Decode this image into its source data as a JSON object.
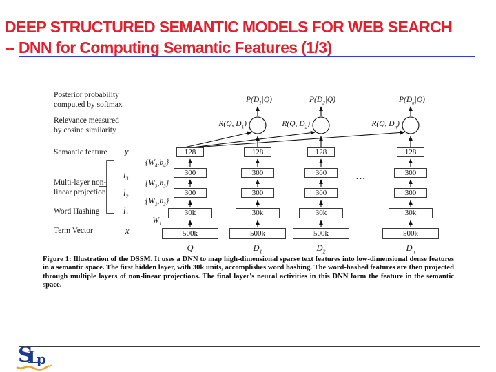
{
  "slide": {
    "title_line1": "DEEP STRUCTURED SEMANTIC MODELS FOR WEB SEARCH",
    "title_line2": "-- DNN for Computing Semantic Features (1/3)",
    "colors": {
      "title_red": "#E31E2D",
      "underline_blue": "#2F3FD6",
      "logo_navy": "#1E3A8C",
      "logo_orange": "#F0A232"
    }
  },
  "figure": {
    "left_labels": {
      "posterior": "Posterior probability\ncomputed by softmax",
      "relevance": "Relevance measured\nby cosine similarity",
      "semantic_feature": "Semantic feature",
      "multilayer": "Multi-layer non-\nlinear projection",
      "word_hashing": "Word Hashing",
      "term_vector": "Term Vector"
    },
    "variables": {
      "y": "y",
      "l3": {
        "pre": "l",
        "sub": "3"
      },
      "l2": {
        "pre": "l",
        "sub": "2"
      },
      "l1": {
        "pre": "l",
        "sub": "1"
      },
      "x": "x"
    },
    "weights": {
      "w4": {
        "pre": "{W",
        "sub1": "4",
        "mid": ",b",
        "sub2": "4",
        "post": "}"
      },
      "w3": {
        "pre": "{W",
        "sub1": "3",
        "mid": ",b",
        "sub2": "3",
        "post": "}"
      },
      "w2": {
        "pre": "{W",
        "sub1": "2",
        "mid": ",b",
        "sub2": "2",
        "post": "}"
      },
      "w1": {
        "pre": "W",
        "sub1": "1",
        "mid": "",
        "sub2": "",
        "post": ""
      }
    },
    "columns": [
      {
        "label": {
          "pre": "Q",
          "sub": ""
        },
        "boxes": [
          "128",
          "300",
          "300",
          "30k",
          "500k"
        ]
      },
      {
        "label": {
          "pre": "D",
          "sub": "1"
        },
        "boxes": [
          "128",
          "300",
          "300",
          "30k",
          "500k"
        ],
        "p": {
          "pre": "P(D",
          "sub": "1",
          "post": "|Q)"
        },
        "r": {
          "pre": "R(Q, D",
          "sub": "1",
          "post": ")"
        }
      },
      {
        "label": {
          "pre": "D",
          "sub": "2"
        },
        "boxes": [
          "128",
          "300",
          "300",
          "30k",
          "500k"
        ],
        "p": {
          "pre": "P(D",
          "sub": "2",
          "post": "|Q)"
        },
        "r": {
          "pre": "R(Q, D",
          "sub": "2",
          "post": ")"
        }
      },
      {
        "label": {
          "pre": "D",
          "sub": "n"
        },
        "boxes": [
          "128",
          "300",
          "300",
          "30k",
          "500k"
        ],
        "p": {
          "pre": "P(D",
          "sub": "n",
          "post": "|Q)"
        },
        "r": {
          "pre": "R(Q, D",
          "sub": "n",
          "post": ")"
        }
      }
    ],
    "ellipsis": "...",
    "caption": "Figure 1: Illustration of the DSSM. It uses a DNN to map high-dimensional sparse text features into low-dimensional dense features in a semantic space. The first hidden layer, with 30k units, accomplishes word hashing. The word-hashed features are then projected through multiple layers of non-linear projections. The final layer's neural activities in this DNN form the feature in the semantic space."
  },
  "footer": {
    "logo": {
      "s": "S",
      "l": "L",
      "p": "p"
    }
  }
}
